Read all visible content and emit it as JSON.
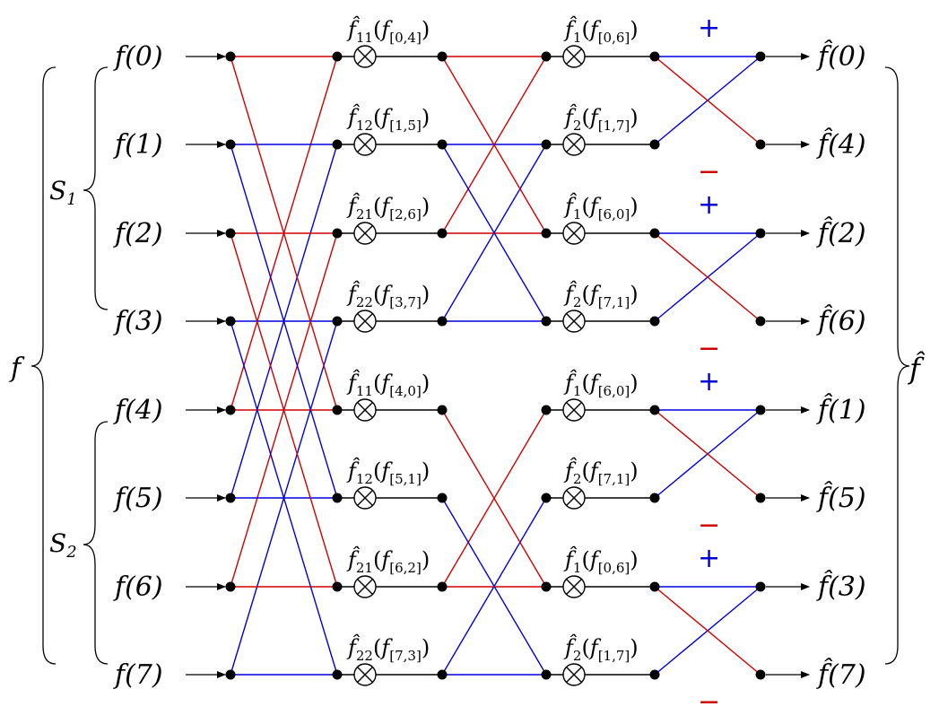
{
  "inputs": [
    "f(0)",
    "f(1)",
    "f(2)",
    "f(3)",
    "f(4)",
    "f(5)",
    "f(6)",
    "f(7)"
  ],
  "outputs": [
    "f̂(0)",
    "f̂(4)",
    "f̂(2)",
    "f̂(6)",
    "f̂(1)",
    "f̂(5)",
    "f̂(3)",
    "f̂(7)"
  ],
  "groups": {
    "total": "f",
    "s1": "S",
    "s1_sub": "1",
    "s2": "S",
    "s2_sub": "2",
    "result": "f̂"
  },
  "stage1_multipliers": [
    {
      "main": "f̂",
      "sub": "11",
      "arg": "[0,4]"
    },
    {
      "main": "f̂",
      "sub": "12",
      "arg": "[1,5]"
    },
    {
      "main": "f̂",
      "sub": "21",
      "arg": "[2,6]"
    },
    {
      "main": "f̂",
      "sub": "22",
      "arg": "[3,7]"
    },
    {
      "main": "f̂",
      "sub": "11",
      "arg": "[4,0]"
    },
    {
      "main": "f̂",
      "sub": "12",
      "arg": "[5,1]"
    },
    {
      "main": "f̂",
      "sub": "21",
      "arg": "[6,2]"
    },
    {
      "main": "f̂",
      "sub": "22",
      "arg": "[7,3]"
    }
  ],
  "stage2_multipliers": [
    {
      "main": "f̂",
      "sub": "1",
      "arg": "[0,6]"
    },
    {
      "main": "f̂",
      "sub": "2",
      "arg": "[1,7]"
    },
    {
      "main": "f̂",
      "sub": "1",
      "arg": "[6,0]"
    },
    {
      "main": "f̂",
      "sub": "2",
      "arg": "[7,1]"
    },
    {
      "main": "f̂",
      "sub": "1",
      "arg": "[6,0]"
    },
    {
      "main": "f̂",
      "sub": "2",
      "arg": "[7,1]"
    },
    {
      "main": "f̂",
      "sub": "1",
      "arg": "[0,6]"
    },
    {
      "main": "f̂",
      "sub": "2",
      "arg": "[1,7]"
    }
  ],
  "signs": {
    "plus": "+",
    "minus": "−"
  },
  "colors": {
    "red": "#d00000",
    "blue": "#0000dd",
    "black": "#000000"
  }
}
